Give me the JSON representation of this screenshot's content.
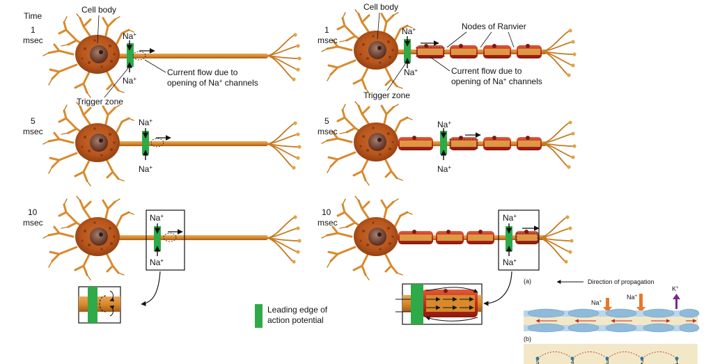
{
  "labels": {
    "time": "Time",
    "cell_body": "Cell body",
    "na": "Na",
    "plus": "+",
    "current_flow_1": "Current flow due to",
    "current_flow_2": "opening of Na",
    "current_flow_3": " channels",
    "trigger_zone": "Trigger zone",
    "nodes_of_ranvier": "Nodes of Ranvier",
    "legend_1": "Leading edge of",
    "legend_2": "action potential"
  },
  "times": [
    {
      "num": "1",
      "unit": "msec"
    },
    {
      "num": "5",
      "unit": "msec"
    },
    {
      "num": "10",
      "unit": "msec"
    }
  ],
  "inset": {
    "panel_a": "(a)",
    "panel_b": "(b)",
    "direction": "Direction of propagation",
    "na": "Na",
    "k": "K",
    "node_numbers": [
      "5",
      "4",
      "3",
      "2",
      "1"
    ]
  },
  "colors": {
    "neuron": "#d88a2c",
    "neuron_dark": "#8a4a14",
    "myelin": "#cc2a1a",
    "leading_edge": "#2eaa48",
    "sodium_arrow": "#e8782a",
    "potassium_arrow": "#7a2a8a"
  }
}
